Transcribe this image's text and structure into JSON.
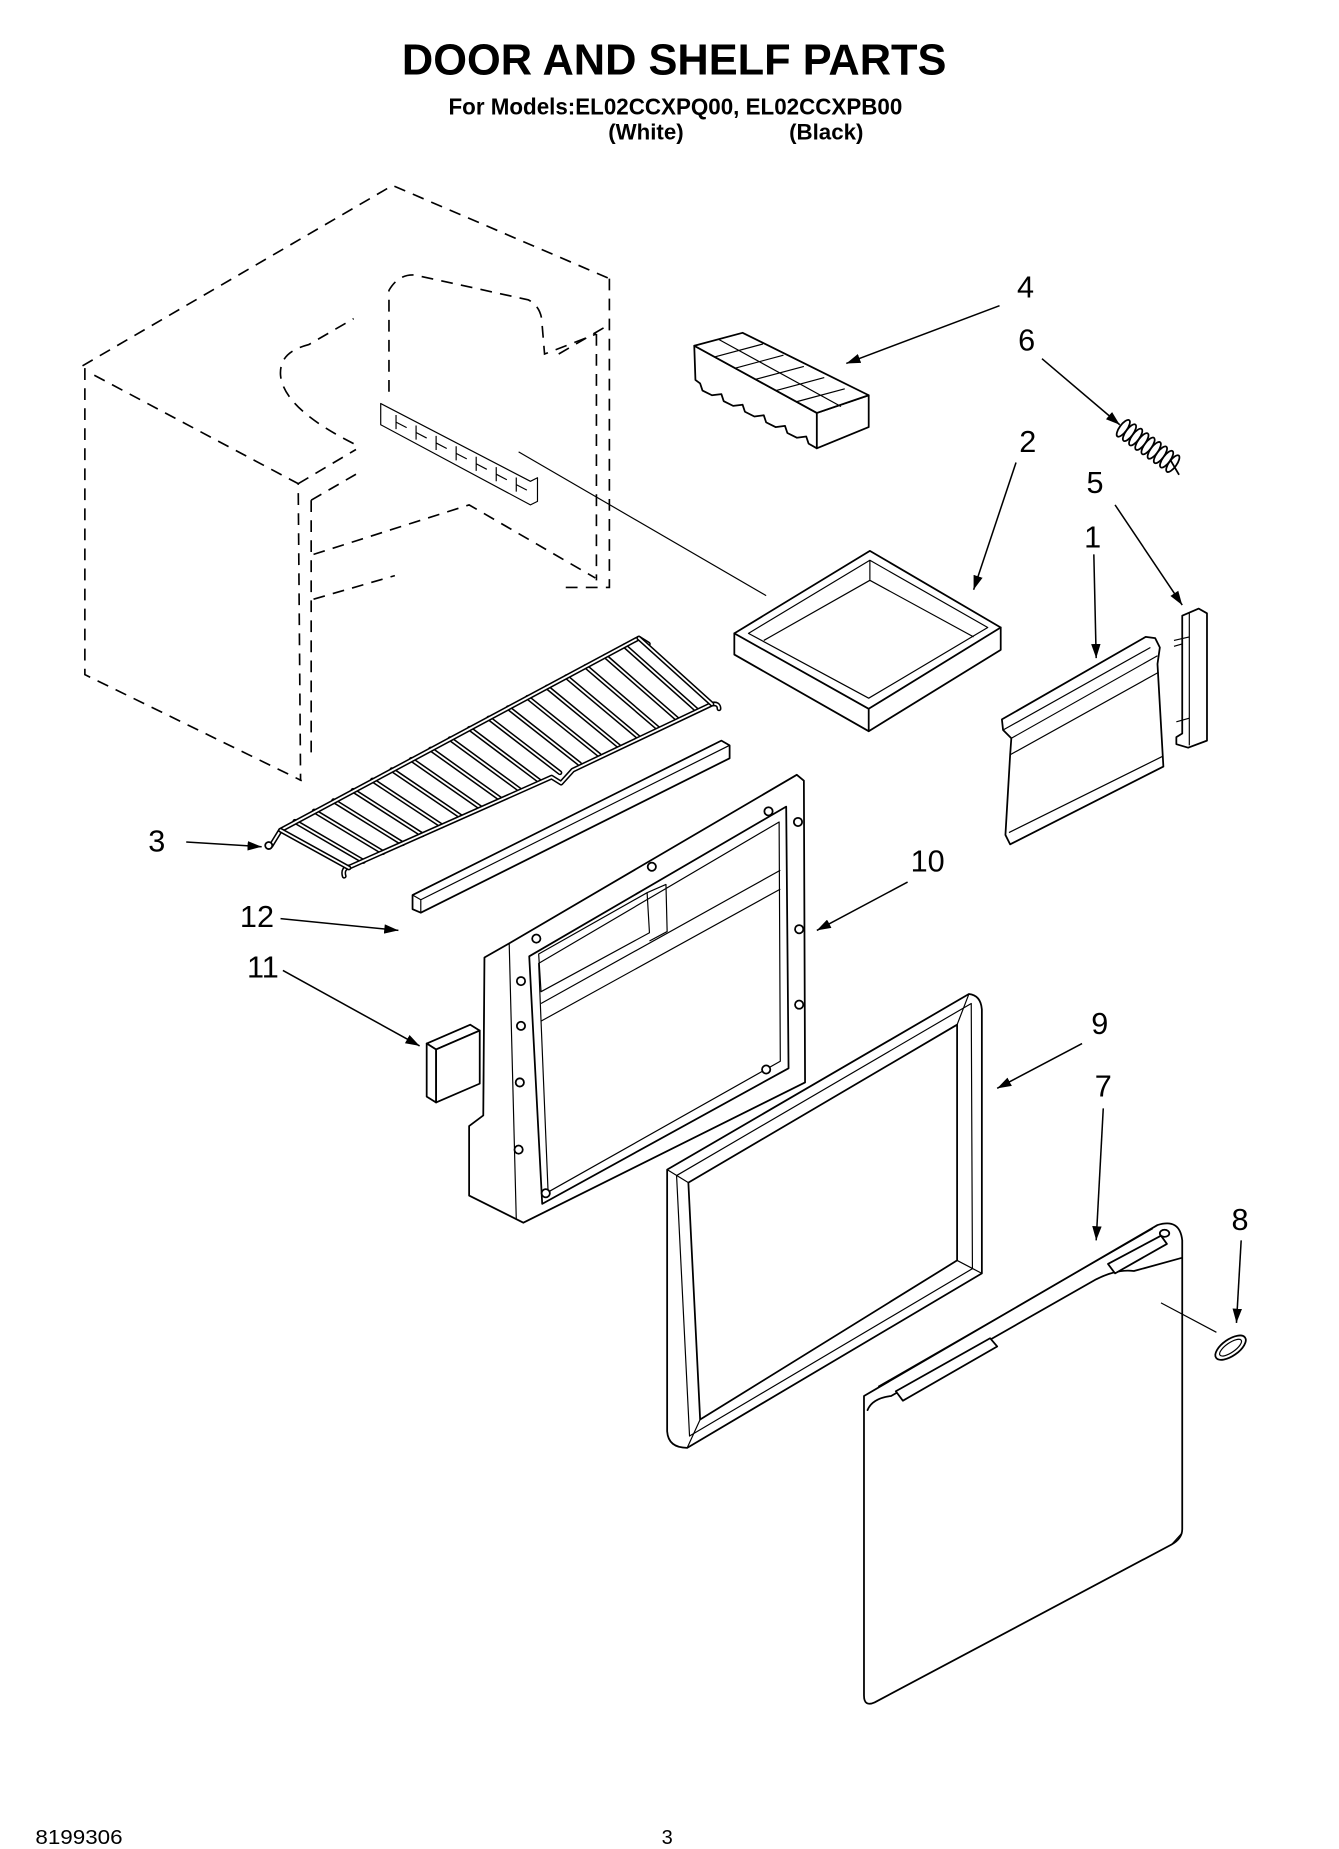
{
  "colors": {
    "ink": "#000000",
    "paper": "#ffffff"
  },
  "header": {
    "title": "DOOR AND SHELF PARTS",
    "models_line": "For Models:EL02CCXPQ00, EL02CCXPB00",
    "model_color_1": "(White)",
    "model_color_2": "(Black)"
  },
  "callouts": [
    "1",
    "2",
    "3",
    "4",
    "5",
    "6",
    "7",
    "8",
    "9",
    "10",
    "11",
    "12"
  ],
  "footer": {
    "document_number": "8199306",
    "page_number": "3"
  }
}
